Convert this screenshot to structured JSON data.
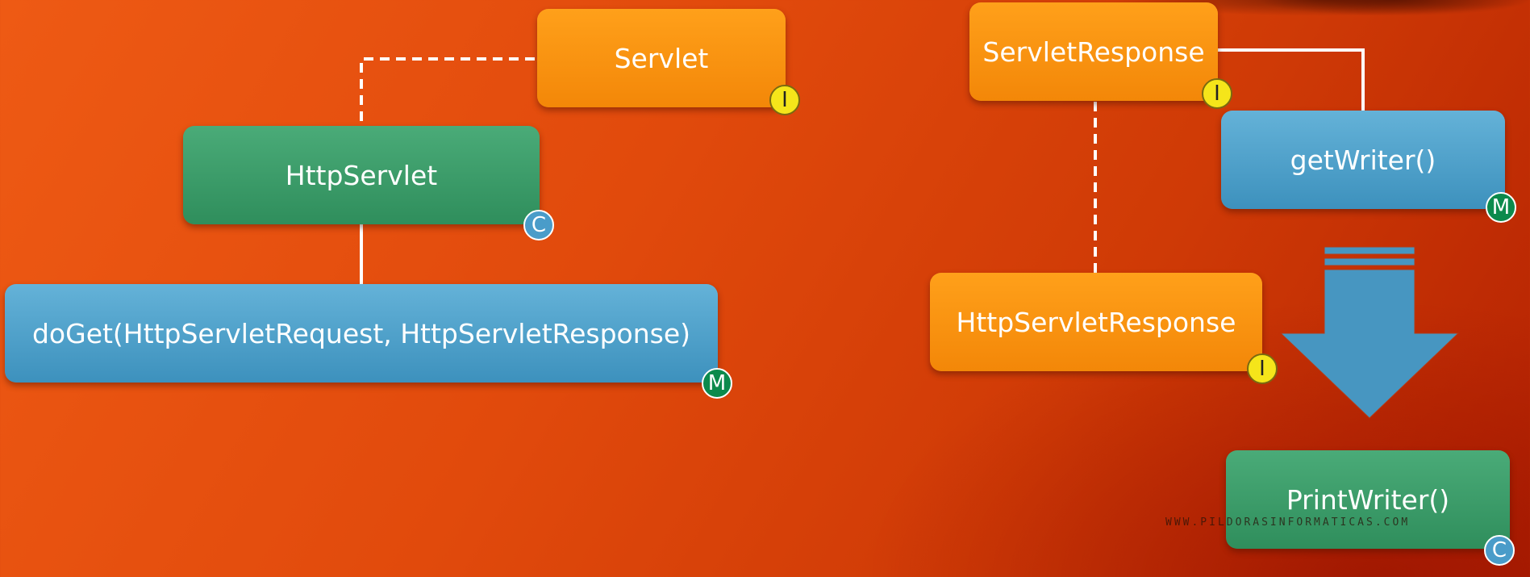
{
  "nodes": {
    "servlet": {
      "label": "Servlet",
      "badge": "I"
    },
    "http_servlet": {
      "label": "HttpServlet",
      "badge": "C"
    },
    "do_get": {
      "label": "doGet(HttpServletRequest, HttpServletResponse)",
      "badge": "M"
    },
    "servlet_response": {
      "label": "ServletResponse",
      "badge": "I"
    },
    "get_writer": {
      "label": "getWriter()",
      "badge": "M"
    },
    "http_servlet_response": {
      "label": "HttpServletResponse",
      "badge": "I"
    },
    "print_writer": {
      "label": "PrintWriter()",
      "badge": "C"
    }
  },
  "watermark": "WWW.PILDORASINFORMATICAS.COM",
  "colors": {
    "interface": "#f7920e",
    "class": "#3c9d6a",
    "method": "#4aa0cb",
    "badge_interface": "#f5e51a",
    "badge_class": "#4a9cc9",
    "badge_method": "#0c8a4c",
    "background": "#e04a0c"
  }
}
